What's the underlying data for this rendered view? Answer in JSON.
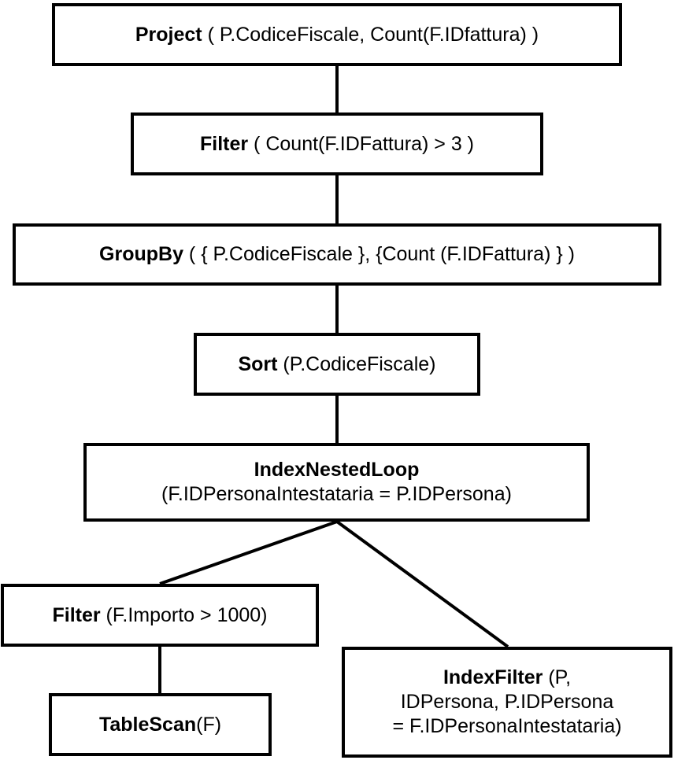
{
  "diagram": {
    "nodes": {
      "project": {
        "op": "Project",
        "args": " ( P.CodiceFiscale, Count(F.IDfattura) )"
      },
      "filter_count": {
        "op": "Filter",
        "args": " ( Count(F.IDFattura) > 3 )"
      },
      "groupby": {
        "op": "GroupBy",
        "args": " ( { P.CodiceFiscale }, {Count (F.IDFattura) } )"
      },
      "sort": {
        "op": "Sort",
        "args": " (P.CodiceFiscale)"
      },
      "index_nested_loop": {
        "op": "IndexNestedLoop",
        "args": "(F.IDPersonaIntestataria = P.IDPersona)"
      },
      "filter_importo": {
        "op": "Filter",
        "args": " (F.Importo > 1000)"
      },
      "table_scan": {
        "op": "TableScan",
        "args": "(F)"
      },
      "index_filter": {
        "op": "IndexFilter",
        "args_line1": " (P,",
        "args_line2": "IDPersona, P.IDPersona",
        "args_line3": "= F.IDPersonaIntestataria)"
      }
    }
  }
}
